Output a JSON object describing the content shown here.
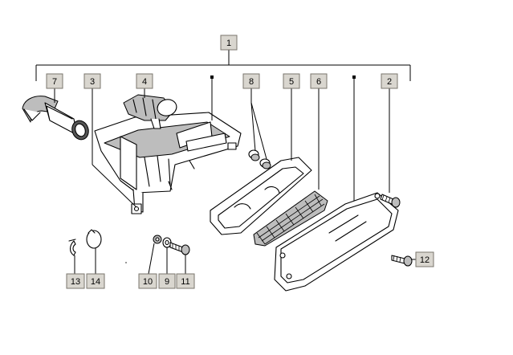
{
  "diagram": {
    "type": "exploded-parts-diagram",
    "callouts": [
      {
        "id": "1",
        "label": "1"
      },
      {
        "id": "2",
        "label": "2"
      },
      {
        "id": "3",
        "label": "3"
      },
      {
        "id": "4",
        "label": "4"
      },
      {
        "id": "5",
        "label": "5"
      },
      {
        "id": "6",
        "label": "6"
      },
      {
        "id": "7",
        "label": "7"
      },
      {
        "id": "8",
        "label": "8"
      },
      {
        "id": "9",
        "label": "9"
      },
      {
        "id": "10",
        "label": "10"
      },
      {
        "id": "11",
        "label": "11"
      },
      {
        "id": "12",
        "label": "12"
      },
      {
        "id": "13",
        "label": "13"
      },
      {
        "id": "14",
        "label": "14"
      }
    ],
    "parts": [
      {
        "callout": "7",
        "icon": "intake-duct-icon"
      },
      {
        "callout": "3",
        "icon": "air-box-housing-icon"
      },
      {
        "callout": "4",
        "icon": "rubber-connector-icon"
      },
      {
        "callout": "8",
        "icon": "grommet-pair-icon"
      },
      {
        "callout": "5",
        "icon": "gasket-icon"
      },
      {
        "callout": "6",
        "icon": "filter-element-icon"
      },
      {
        "callout": "2",
        "icon": "screw-icon"
      },
      {
        "callout": "12",
        "icon": "screw-icon"
      },
      {
        "callout": "10",
        "icon": "nut-icon"
      },
      {
        "callout": "9",
        "icon": "washer-icon"
      },
      {
        "callout": "11",
        "icon": "bolt-icon"
      },
      {
        "callout": "13",
        "icon": "clip-icon"
      },
      {
        "callout": "14",
        "icon": "hose-clamp-icon"
      },
      {
        "callout": "1",
        "icon": "assembly-bracket-icon"
      }
    ],
    "colors": {
      "callout_fill": "#d9d6cf",
      "callout_border": "#7a766c",
      "line": "#000000"
    }
  }
}
